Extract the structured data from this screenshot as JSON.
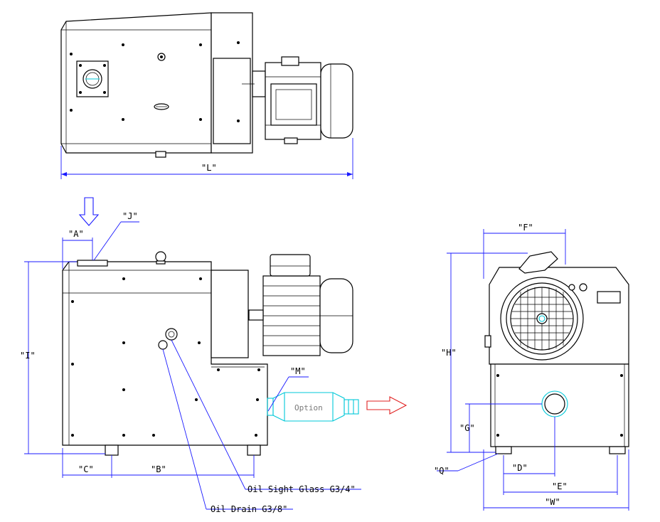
{
  "dimensions": {
    "L": "\"L\"",
    "A": "\"A\"",
    "J": "\"J\"",
    "I": "\"I\"",
    "C": "\"C\"",
    "B": "\"B\"",
    "M": "\"M\"",
    "F": "\"F\"",
    "H": "\"H\"",
    "G": "\"G\"",
    "Q": "\"Q\"",
    "D": "\"D\"",
    "E": "\"E\"",
    "W": "\"W\""
  },
  "callouts": {
    "oil_sight_glass": "Oil Sight Glass G3/4\"",
    "oil_drain": "Oil Drain G3/8\""
  },
  "option_label": "Option",
  "colors": {
    "dimension_line": "#1a1aff",
    "option_part": "#00c8d8",
    "flow_arrow": "#e02020",
    "inlet_arrow": "#1a1aff"
  }
}
